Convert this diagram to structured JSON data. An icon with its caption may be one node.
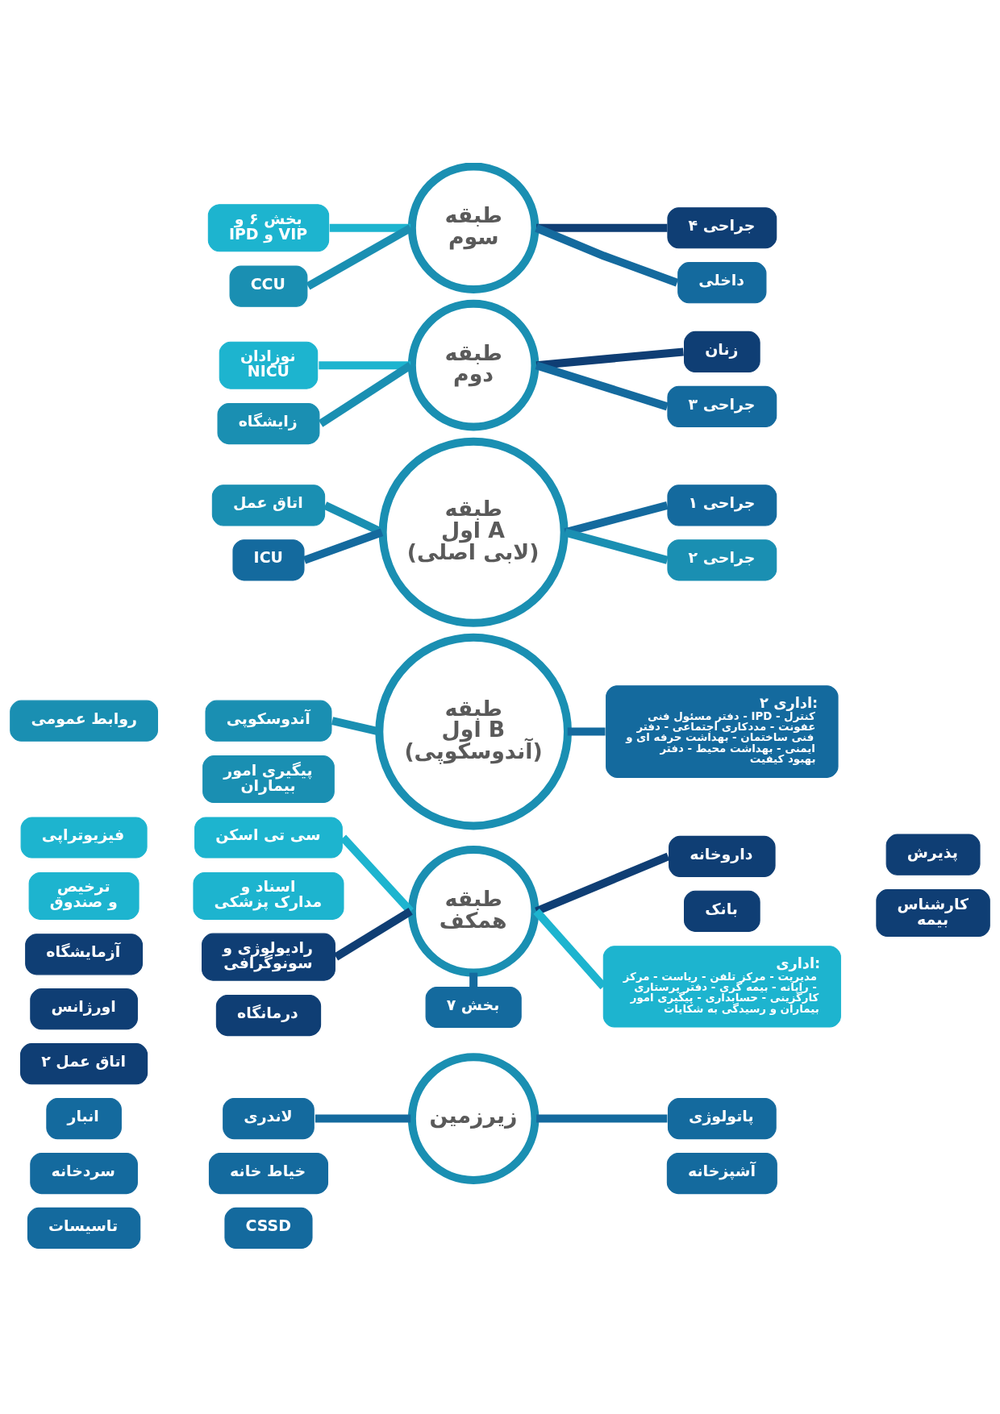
{
  "diagram": {
    "nodes": [
      {
        "text": [
          "طبقه سوم"
        ]
      },
      {
        "text": [
          "جراحی ۴"
        ]
      },
      {
        "text": [
          "داخلی"
        ]
      },
      {
        "text": [
          "بخش ۶ و IPD و VIP"
        ]
      },
      {
        "text": [
          "CCU"
        ]
      },
      {
        "text": [
          "طبقه دوم"
        ]
      },
      {
        "text": [
          "زنان"
        ]
      },
      {
        "text": [
          "جراحی ۳"
        ]
      },
      {
        "text": [
          "نوزادان NICU"
        ]
      },
      {
        "text": [
          "زایشگاه"
        ]
      },
      {
        "text": [
          "طبقه اول A (لابی اصلی)"
        ]
      },
      {
        "text": [
          "جراحی ۱"
        ]
      },
      {
        "text": [
          "جراحی ۲"
        ]
      },
      {
        "text": [
          "اتاق عمل"
        ]
      },
      {
        "text": [
          "ICU"
        ]
      },
      {
        "text": [
          "طبقه اول B (آندوسکوپی)"
        ]
      },
      {
        "text": [
          "اداری ۲:",
          "دفتر مسئول فنی - IPD - کنترل عفونت - مددکاری اجتماعی - دفتر فنی ساختمان - بهداشت حرفه ای و ایمنی - بهداشت محیط - دفتر بهبود کیفیت"
        ]
      },
      {
        "text": [
          "آندوسکوپی"
        ]
      },
      {
        "text": [
          "روابط عمومی"
        ]
      },
      {
        "text": [
          "پیگیری امور بیماران"
        ]
      },
      {
        "text": [
          "طبقه همکف"
        ]
      },
      {
        "text": [
          "پذیرش"
        ]
      },
      {
        "text": [
          "داروخانه"
        ]
      },
      {
        "text": [
          "کارشناس بیمه"
        ]
      },
      {
        "text": [
          "بانک"
        ]
      },
      {
        "text": [
          "سی تی اسکن"
        ]
      },
      {
        "text": [
          "فیزیوتراپی"
        ]
      },
      {
        "text": [
          "اسناد و مدارک پزشکی"
        ]
      },
      {
        "text": [
          "ترخیص و صندوق"
        ]
      },
      {
        "text": [
          "اداری:",
          "مدیریت - مرکز تلفن - ریاست - مرکز رایانه - بیمه گری - دفتر پرستاری - کارگزینی - حسابداری - پیگیری امور بیماران و رسیدگی به شکایات"
        ]
      },
      {
        "text": [
          "رادیولوژی و سونوگرافی"
        ]
      },
      {
        "text": [
          "آزمایشگاه"
        ]
      },
      {
        "text": [
          "درمانگاه"
        ]
      },
      {
        "text": [
          "اورژانس"
        ]
      },
      {
        "text": [
          "اتاق عمل ۲"
        ]
      },
      {
        "text": [
          "بخش ۷"
        ]
      },
      {
        "text": [
          "زیرزمین"
        ]
      },
      {
        "text": [
          "پاتولوژی"
        ]
      },
      {
        "text": [
          "آشپزخانه"
        ]
      },
      {
        "text": [
          "لاندری"
        ]
      },
      {
        "text": [
          "انبار"
        ]
      },
      {
        "text": [
          "خیاط خانه"
        ]
      },
      {
        "text": [
          "سردخانه"
        ]
      },
      {
        "text": [
          "CSSD"
        ]
      },
      {
        "text": [
          "تاسیسات"
        ]
      }
    ],
    "edges": [
      {
        "from": 0,
        "to": 1,
        "arrow": "none",
        "color": "#0f3e74"
      },
      {
        "from": 0,
        "to": 2,
        "arrow": "none"
      },
      {
        "from": 0,
        "to": 3,
        "arrow": "none",
        "color": "#1db4cf"
      },
      {
        "from": 0,
        "to": 4,
        "arrow": "none",
        "color": "#1a8fb2"
      },
      {
        "from": 5,
        "to": 6,
        "arrow": "none",
        "color": "#0f3e74"
      },
      {
        "from": 5,
        "to": 7,
        "arrow": "none"
      },
      {
        "from": 5,
        "to": 8,
        "arrow": "none",
        "color": "#1db4cf"
      },
      {
        "from": 5,
        "to": 9,
        "arrow": "none",
        "color": "#1a8fb2"
      },
      {
        "from": 10,
        "to": 11,
        "arrow": "none"
      },
      {
        "from": 10,
        "to": 12,
        "arrow": "none",
        "color": "#1a8fb2"
      },
      {
        "from": 10,
        "to": 13,
        "arrow": "none",
        "color": "#1a8fb2"
      },
      {
        "from": 10,
        "to": 14,
        "arrow": "none"
      },
      {
        "from": 15,
        "to": 16,
        "arrow": "none"
      },
      {
        "from": 15,
        "to": 17,
        "arrow": "none",
        "color": "#1a8fb2"
      },
      {
        "from": 20,
        "to": 22,
        "arrow": "none",
        "color": "#0f3e74"
      },
      {
        "from": 20,
        "to": 25,
        "arrow": "none",
        "color": "#1db4cf"
      },
      {
        "from": 20,
        "to": 29,
        "arrow": "none",
        "color": "#1db4cf"
      },
      {
        "from": 20,
        "to": 30,
        "arrow": "none",
        "color": "#0f3e74"
      },
      {
        "from": 20,
        "to": 35,
        "arrow": "none"
      },
      {
        "from": 36,
        "to": 37,
        "arrow": "none"
      },
      {
        "from": 36,
        "to": 39,
        "arrow": "none"
      }
    ]
  }
}
